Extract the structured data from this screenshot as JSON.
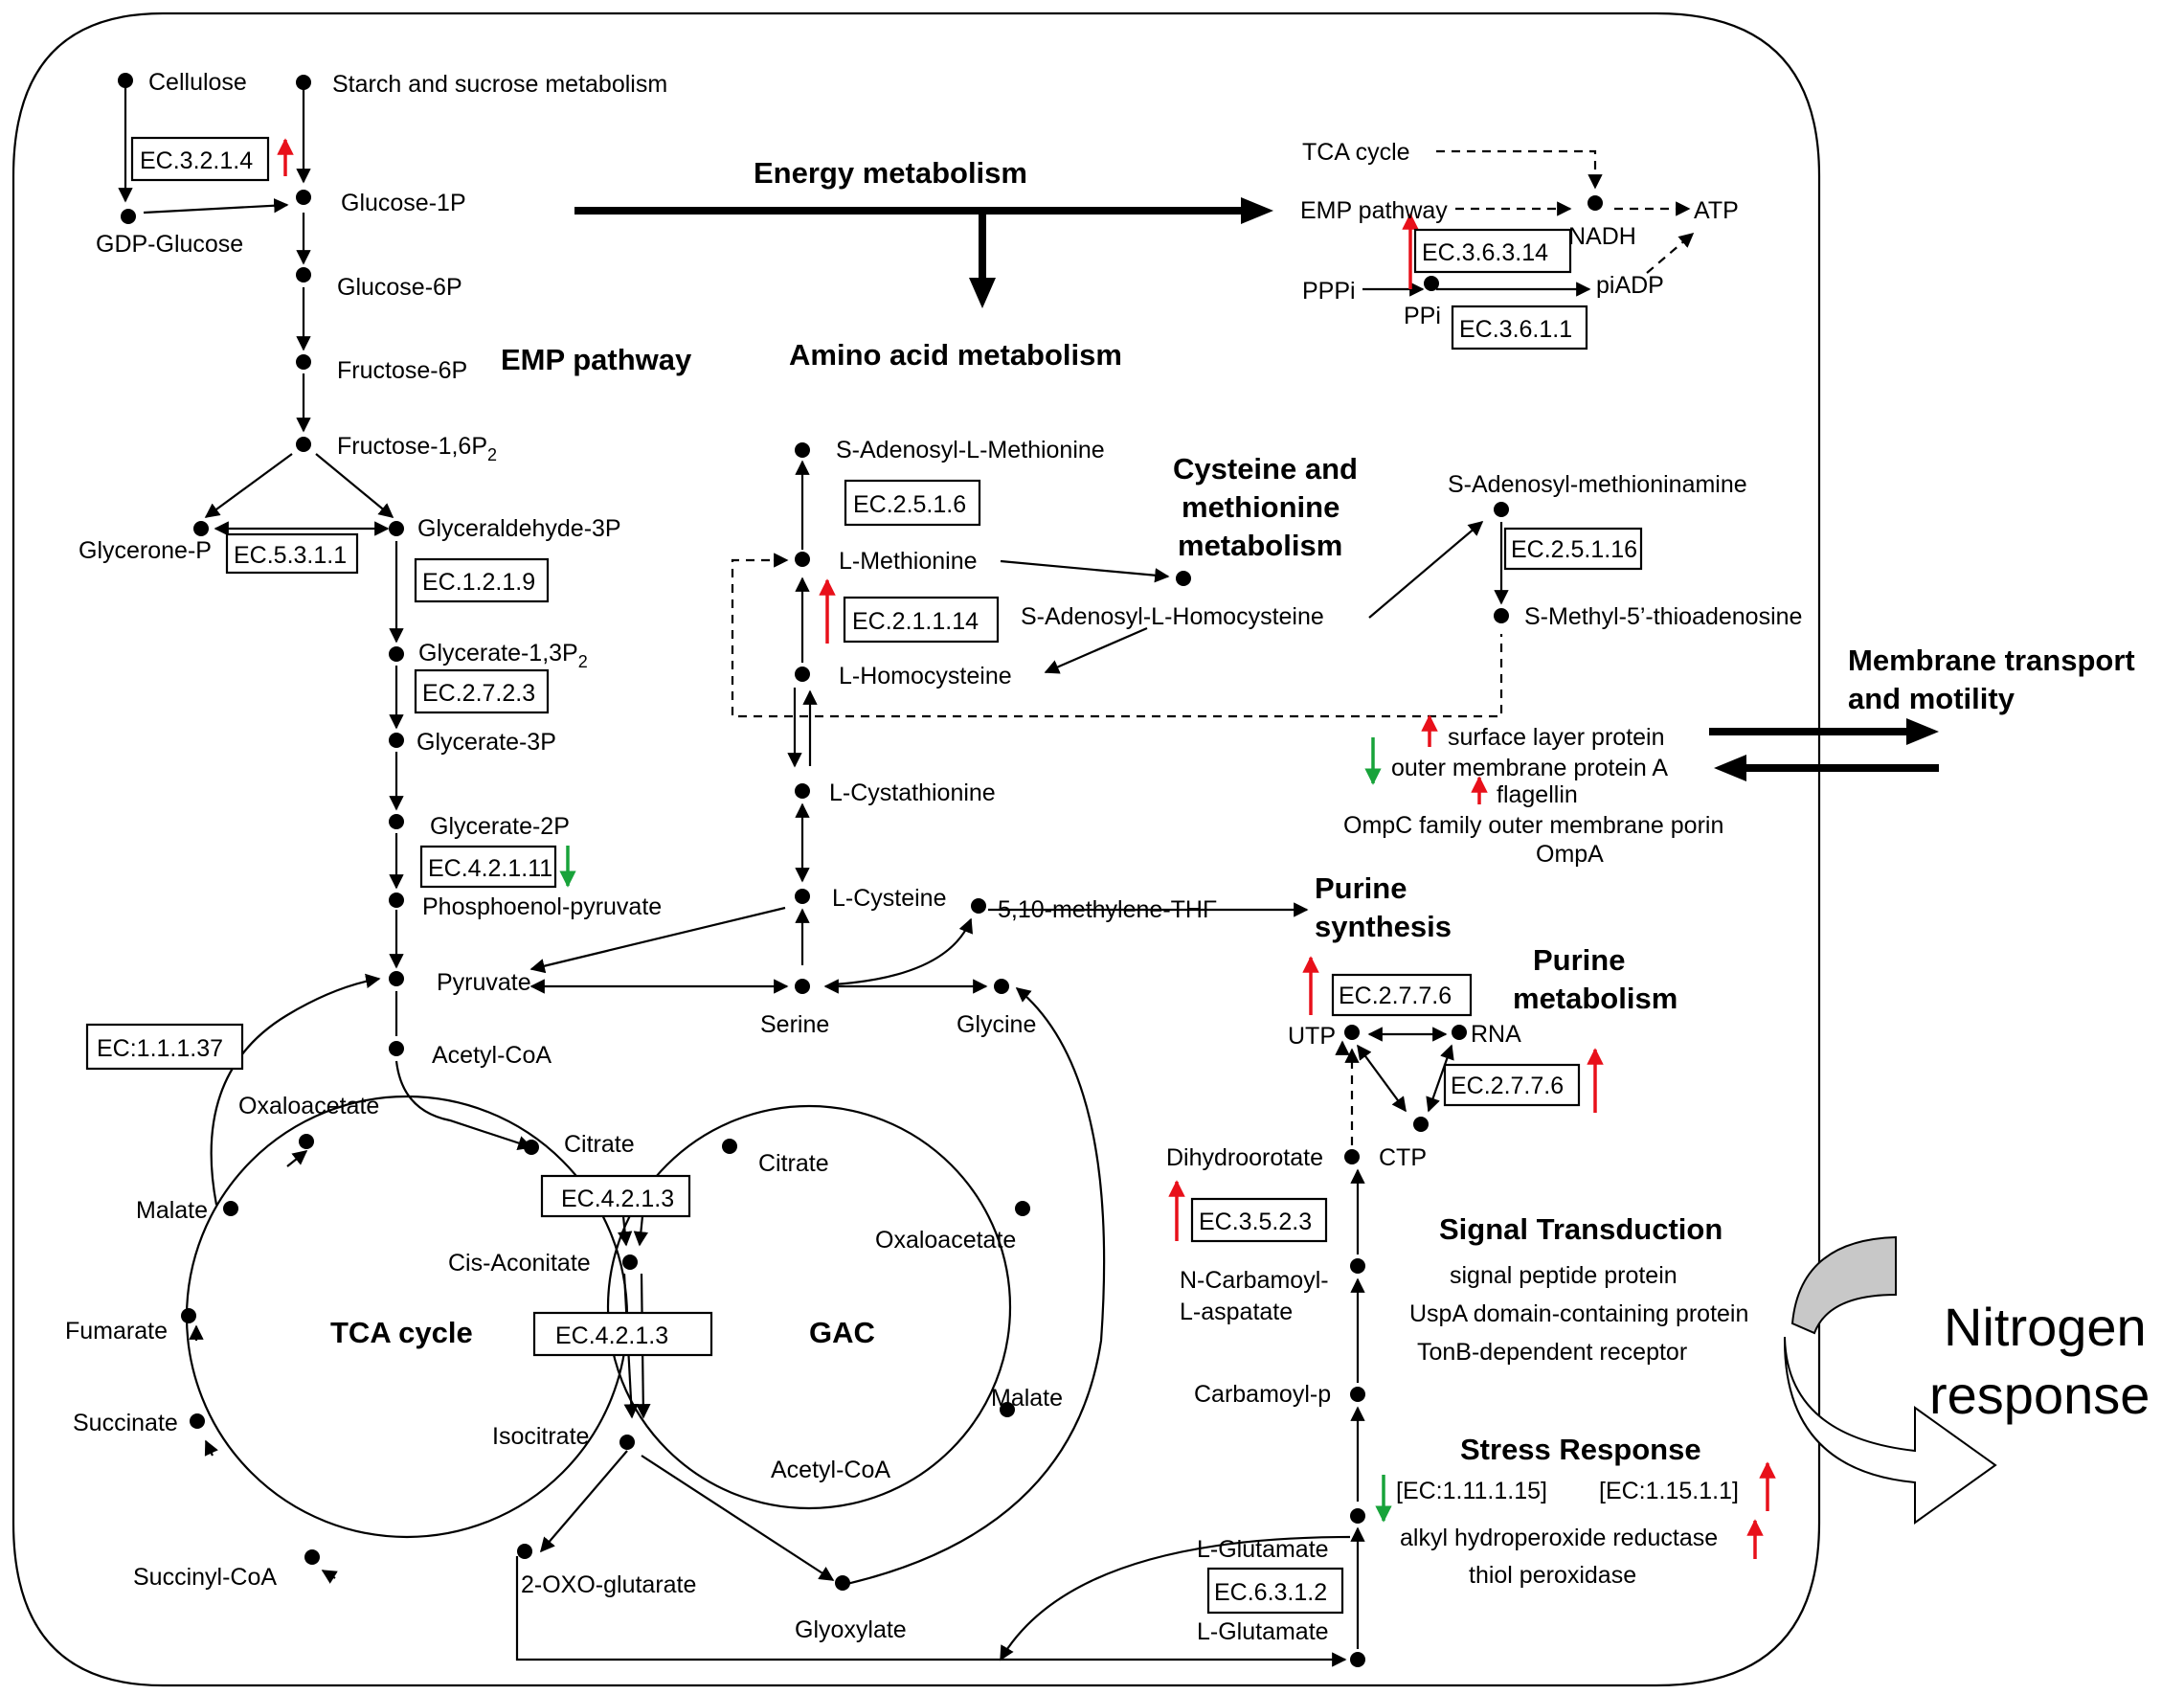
{
  "headings": {
    "energy": "Energy metabolism",
    "amino": "Amino acid metabolism",
    "emp": "EMP pathway",
    "cysteine_1": "Cysteine and",
    "cysteine_2": "methionine",
    "cysteine_3": "metabolism",
    "membrane_1": "Membrane transport",
    "membrane_2": "and motility",
    "purine_syn_1": "Purine",
    "purine_syn_2": "synthesis",
    "purine_met_1": "Purine",
    "purine_met_2": "metabolism",
    "signal": "Signal Transduction",
    "stress": "Stress Response",
    "tca": "TCA cycle",
    "gac": "GAC",
    "nitrogen_1": "Nitrogen",
    "nitrogen_2": "response"
  },
  "metabolites": {
    "cellulose": "Cellulose",
    "starch": "Starch and sucrose metabolism",
    "gdp_glucose": "GDP-Glucose",
    "glucose_1p": "Glucose-1P",
    "glucose_6p": "Glucose-6P",
    "fructose_6p": "Fructose-6P",
    "fructose_16p2": "Fructose-1,6P",
    "glycerone_p": "Glycerone-P",
    "glyceraldehyde_3p": "Glyceraldehyde-3P",
    "glycerate_13p2": "Glycerate-1,3P",
    "glycerate_3p": "Glycerate-3P",
    "glycerate_2p": "Glycerate-2P",
    "pep": "Phosphoenol-pyruvate",
    "pyruvate": "Pyruvate",
    "acetyl_coa": "Acetyl-CoA",
    "oxaloacetate": "Oxaloacetate",
    "citrate": "Citrate",
    "malate": "Malate",
    "fumarate": "Fumarate",
    "succinate": "Succinate",
    "succinyl_coa": "Succinyl-CoA",
    "oxoglutarate": "2-OXO-glutarate",
    "cis_aconitate": "Cis-Aconitate",
    "isocitrate": "Isocitrate",
    "gac_citrate": "Citrate",
    "gac_oxaloacetate": "Oxaloacetate",
    "gac_malate": "Malate",
    "gac_acetyl_coa": "Acetyl-CoA",
    "glyoxylate": "Glyoxylate",
    "sam": "S-Adenosyl-L-Methionine",
    "methionine": "L-Methionine",
    "sah": "S-Adenosyl-L-Homocysteine",
    "homocysteine": "L-Homocysteine",
    "cystathionine": "L-Cystathionine",
    "cysteine": "L-Cysteine",
    "serine": "Serine",
    "glycine": "Glycine",
    "methylene_thf": "5,10-methylene-THF",
    "sam_amine": "S-Adenosyl-methioninamine",
    "mta": "S-Methyl-5’-thioadenosine",
    "tca_cycle": "TCA cycle",
    "emp_pathway": "EMP  pathway",
    "nadh": "NADH",
    "atp": "ATP",
    "pppi": "PPPi",
    "ppi": "PPi",
    "piadp": "piADP",
    "utp": "UTP",
    "rna": "RNA",
    "ctp": "CTP",
    "dihydroorotate": "Dihydroorotate",
    "n_carbamoyl_1": "N-Carbamoyl-",
    "n_carbamoyl_2": "L-aspatate",
    "carbamoyl_p": "Carbamoyl-p",
    "l_glutamate_1": "L-Glutamate",
    "l_glutamate_2": "L-Glutamate"
  },
  "subscripts": {
    "two": "2"
  },
  "enzymes": {
    "ec_3_2_1_4": "EC.3.2.1.4",
    "ec_5_3_1_1": "EC.5.3.1.1",
    "ec_1_2_1_9": "EC.1.2.1.9",
    "ec_2_7_2_3": "EC.2.7.2.3",
    "ec_4_2_1_11": "EC.4.2.1.11",
    "ec_1_1_1_37": "EC:1.1.1.37",
    "ec_4_2_1_3_a": "EC.4.2.1.3",
    "ec_4_2_1_3_b": "EC.4.2.1.3",
    "ec_2_5_1_6": "EC.2.5.1.6",
    "ec_2_1_1_14": "EC.2.1.1.14",
    "ec_2_5_1_16": "EC.2.5.1.16",
    "ec_3_6_3_14": "EC.3.6.3.14",
    "ec_3_6_1_1": "EC.3.6.1.1",
    "ec_2_7_7_6_a": "EC.2.7.7.6",
    "ec_2_7_7_6_b": "EC.2.7.7.6",
    "ec_3_5_2_3": "EC.3.5.2.3",
    "ec_6_3_1_2": "EC.6.3.1.2",
    "ec_1_11_1_15": "[EC:1.11.1.15]",
    "ec_1_15_1_1": "[EC:1.15.1.1]"
  },
  "proteins": {
    "surface_layer": "surface layer protein",
    "outer_membrane_a": "outer membrane protein A",
    "flagellin": "flagellin",
    "ompc": "OmpC family outer membrane porin",
    "ompa": "OmpA",
    "signal_peptide": "signal peptide protein",
    "uspa": "UspA domain-containing protein",
    "tonb": "TonB-dependent receptor",
    "ahp": "alkyl hydroperoxide reductase",
    "thiol": "thiol peroxidase"
  },
  "colors": {
    "up_regulated": "#e8101a",
    "down_regulated": "#18a33a",
    "nitrogen_arrow_fill": "#c8c8c8"
  }
}
